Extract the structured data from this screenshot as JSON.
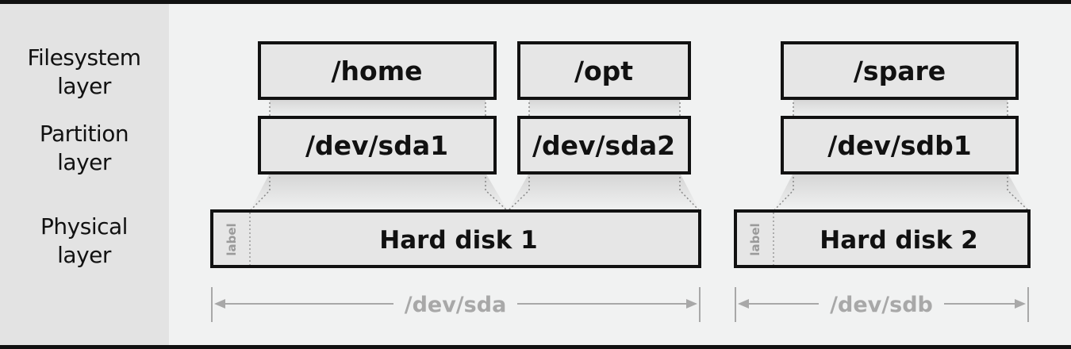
{
  "layers": {
    "filesystem": [
      "Filesystem",
      "layer"
    ],
    "partition": [
      "Partition",
      "layer"
    ],
    "physical": [
      "Physical",
      "layer"
    ]
  },
  "filesystems": {
    "home": "/home",
    "opt": "/opt",
    "spare": "/spare"
  },
  "partitions": {
    "sda1": "/dev/sda1",
    "sda2": "/dev/sda2",
    "sdb1": "/dev/sdb1"
  },
  "disks": {
    "disk1": {
      "name": "Hard disk 1",
      "label": "label",
      "device": "/dev/sda"
    },
    "disk2": {
      "name": "Hard disk 2",
      "label": "label",
      "device": "/dev/sdb"
    }
  },
  "colors": {
    "sidebar": "#e3e3e3",
    "panel": "#f1f2f2",
    "box_fill": "#e6e6e6",
    "box_border": "#111111",
    "dim": "#a8a8a8",
    "connector_top": "#dadada",
    "connector_bottom": "#f1f2f2"
  }
}
